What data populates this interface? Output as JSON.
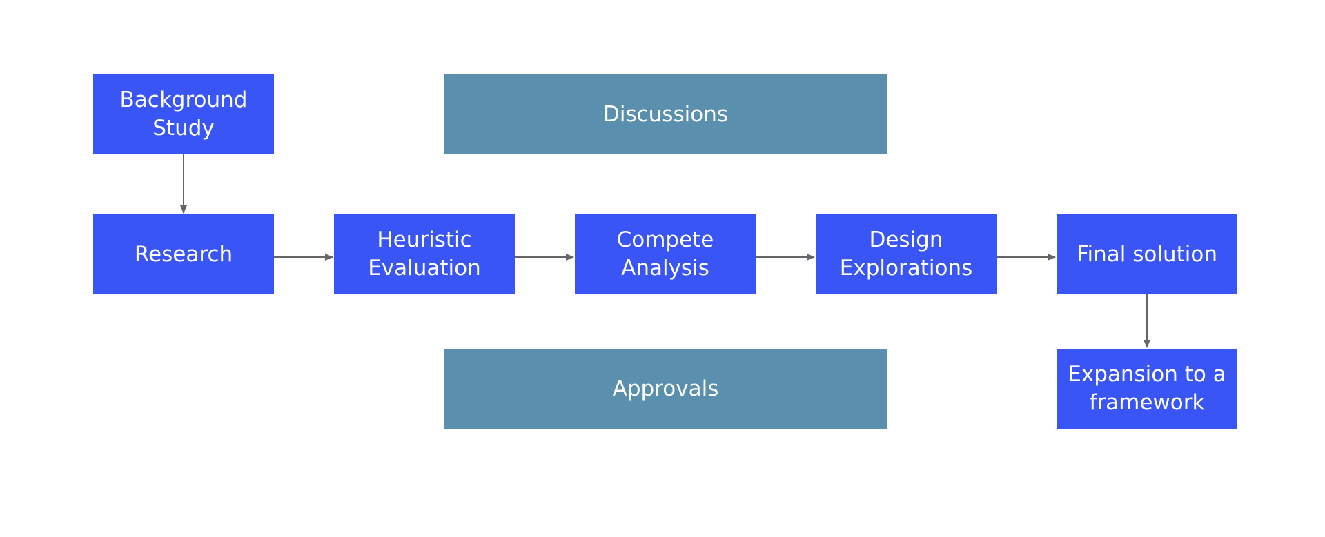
{
  "steps": {
    "background_study": "Background\nStudy",
    "research": "Research",
    "heuristic_evaluation": "Heuristic\nEvaluation",
    "compete_analysis": "Compete\nAnalysis",
    "design_explorations": "Design\nExplorations",
    "final_solution": "Final solution",
    "expansion": "Expansion to a\nframework"
  },
  "bands": {
    "discussions": "Discussions",
    "approvals": "Approvals"
  },
  "colors": {
    "step": "#3a55f5",
    "band": "#5b8fae",
    "arrow": "#666666",
    "text": "#ffffff"
  }
}
